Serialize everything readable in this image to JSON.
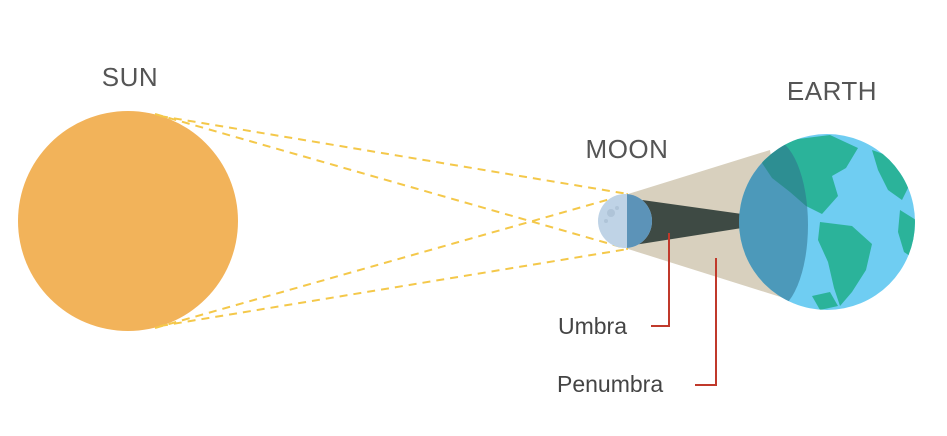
{
  "labels": {
    "sun": "SUN",
    "moon": "MOON",
    "earth": "EARTH",
    "umbra": "Umbra",
    "penumbra": "Penumbra"
  },
  "colors": {
    "sun": "#F2B35A",
    "dashed_rays": "#F4C84A",
    "penumbra_cone": "#D8D0BE",
    "umbra_cone": "#3E4A44",
    "moon_lit": "#BFD3E6",
    "moon_dark": "#5C93B8",
    "earth_ocean": "#6FCDF2",
    "earth_land": "#2BB39A",
    "earth_shadow": "#3F8FB8",
    "callout_line": "#C0392B",
    "label_text": "#555555"
  }
}
